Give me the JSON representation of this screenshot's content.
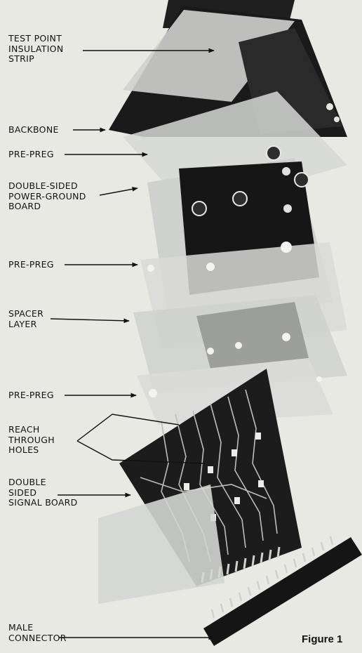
{
  "labels": {
    "test_point": "TEST POINT\nINSULATION\nSTRIP",
    "backbone": "BACKBONE",
    "preprepreg_1": "PRE-PREG",
    "power_ground": "DOUBLE-SIDED\nPOWER-GROUND\nBOARD",
    "preprepreg_2": "PRE-PREG",
    "spacer": "SPACER\nLAYER",
    "preprepreg_3": "PRE-PREG",
    "reach_through": "REACH\nTHROUGH\nHOLES",
    "signal_board": "DOUBLE\nSIDED\nSIGNAL BOARD",
    "male_connector": "MALE\nCONNECTOR"
  },
  "caption": "Figure 1",
  "colors": {
    "background": "#e9e9e4",
    "dark_board": "#1a1a1a",
    "pale_layer": "#d4d6d3",
    "leader": "#111111"
  }
}
